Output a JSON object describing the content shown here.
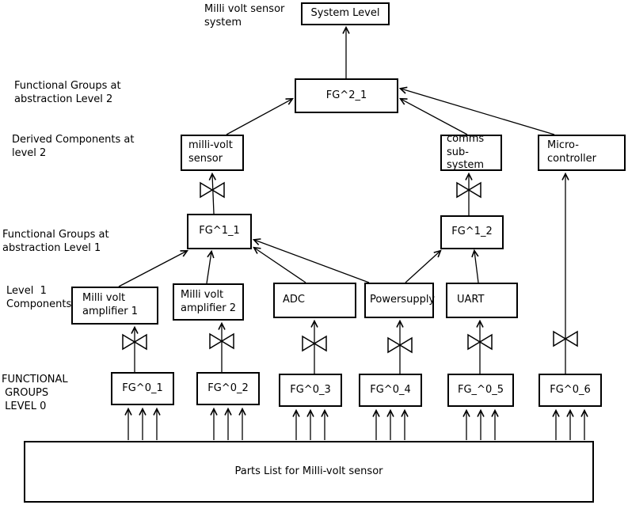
{
  "diagram": {
    "labels": {
      "title": "Milli volt sensor\nsystem",
      "level2_groups": "Functional Groups at\nabstraction Level 2",
      "derived_level2": "Derived Components at\nlevel 2",
      "level1_groups": "Functional Groups at\nabstraction Level 1",
      "level1_components": "Level  1\nComponents",
      "level0_groups": "FUNCTIONAL\n GROUPS\n LEVEL 0"
    },
    "nodes": {
      "system_level": "System Level",
      "fg2_1": "FG^2_1",
      "millivolt_sensor": "milli-volt\nsensor",
      "comms_subsystem": "comms\nsub-system",
      "micro_controller": "Micro-\ncontroller",
      "fg1_1": "FG^1_1",
      "fg1_2": "FG^1_2",
      "amplifier1": "Milli volt\namplifier 1",
      "amplifier2": "Milli volt\namplifier 2",
      "adc": "ADC",
      "powersupply": "Powersupply",
      "uart": "UART",
      "fg0_1": "FG^0_1",
      "fg0_2": "FG^0_2",
      "fg0_3": "FG^0_3",
      "fg0_4": "FG^0_4",
      "fg0_5": "FG_^0_5",
      "fg0_6": "FG^0_6",
      "parts_list": "Parts List for Milli-volt sensor"
    },
    "edges": [
      {
        "from": "fg2_1",
        "to": "system_level",
        "bowtie": false
      },
      {
        "from": "millivolt_sensor",
        "to": "fg2_1",
        "bowtie": false
      },
      {
        "from": "comms_subsystem",
        "to": "fg2_1",
        "bowtie": false
      },
      {
        "from": "micro_controller",
        "to": "fg2_1",
        "bowtie": false
      },
      {
        "from": "fg1_1",
        "to": "millivolt_sensor",
        "bowtie": true
      },
      {
        "from": "fg1_2",
        "to": "comms_subsystem",
        "bowtie": true
      },
      {
        "from": "fg0_6",
        "to": "micro_controller",
        "bowtie": true
      },
      {
        "from": "amplifier1",
        "to": "fg1_1",
        "bowtie": false
      },
      {
        "from": "amplifier2",
        "to": "fg1_1",
        "bowtie": false
      },
      {
        "from": "adc",
        "to": "fg1_1",
        "bowtie": false
      },
      {
        "from": "powersupply",
        "to": "fg1_1",
        "bowtie": false
      },
      {
        "from": "powersupply",
        "to": "fg1_2",
        "bowtie": false
      },
      {
        "from": "uart",
        "to": "fg1_2",
        "bowtie": false
      },
      {
        "from": "fg0_1",
        "to": "amplifier1",
        "bowtie": true
      },
      {
        "from": "fg0_2",
        "to": "amplifier2",
        "bowtie": true
      },
      {
        "from": "fg0_3",
        "to": "adc",
        "bowtie": true
      },
      {
        "from": "fg0_4",
        "to": "powersupply",
        "bowtie": true
      },
      {
        "from": "fg0_5",
        "to": "uart",
        "bowtie": true
      },
      {
        "from": "parts_list",
        "to": "fg0_1",
        "arrows": 3
      },
      {
        "from": "parts_list",
        "to": "fg0_2",
        "arrows": 3
      },
      {
        "from": "parts_list",
        "to": "fg0_3",
        "arrows": 3
      },
      {
        "from": "parts_list",
        "to": "fg0_4",
        "arrows": 3
      },
      {
        "from": "parts_list",
        "to": "fg0_5",
        "arrows": 3
      },
      {
        "from": "parts_list",
        "to": "fg0_6",
        "arrows": 3
      }
    ],
    "colors": {
      "line": "#000000",
      "box_fill": "#ffffff",
      "text": "#000000"
    }
  }
}
